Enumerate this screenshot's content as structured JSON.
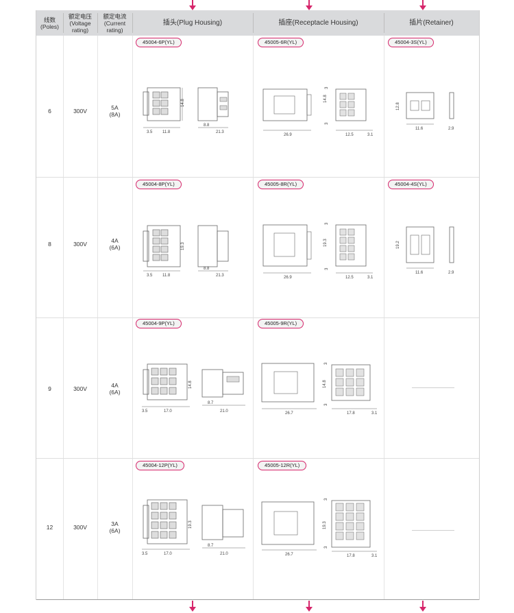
{
  "header": {
    "poles_cn": "线数",
    "poles_en": "(Poles)",
    "voltage_cn": "额定电压",
    "voltage_en1": "(Voltage",
    "voltage_en2": "rating)",
    "current_cn": "额定电流",
    "current_en1": "(Current",
    "current_en2": "rating)",
    "plug": "插头(Plug Housing)",
    "receptacle": "插座(Receptacle Housing)",
    "retainer": "插片(Retainer)"
  },
  "rows": [
    {
      "poles": "6",
      "voltage": "300V",
      "current": "5A",
      "current_alt": "(8A)",
      "plug_part": "45004-6P(YL)",
      "receptacle_part": "45005-6R(YL)",
      "retainer_part": "45004-3S(YL)",
      "plug_dims": {
        "a": "14.8",
        "b": "3.5",
        "c": "11.8",
        "d": "8.8",
        "e": "21.3"
      },
      "rec_dims": {
        "a": "14.8",
        "b": "3",
        "c": "3",
        "d": "26.9",
        "e": "12.5",
        "f": "3.1"
      },
      "ret_dims": {
        "a": "12.8",
        "b": "11.6",
        "c": "2.9"
      }
    },
    {
      "poles": "8",
      "voltage": "300V",
      "current": "4A",
      "current_alt": "(6A)",
      "plug_part": "45004-8P(YL)",
      "receptacle_part": "45005-8R(YL)",
      "retainer_part": "45004-4S(YL)",
      "plug_dims": {
        "a": "19.3",
        "b": "3.5",
        "c": "11.8",
        "d": "8.8",
        "e": "21.3"
      },
      "rec_dims": {
        "a": "19.3",
        "b": "3",
        "c": "3",
        "d": "26.9",
        "e": "12.5",
        "f": "3.1"
      },
      "ret_dims": {
        "a": "19.2",
        "b": "11.6",
        "c": "2.9"
      }
    },
    {
      "poles": "9",
      "voltage": "300V",
      "current": "4A",
      "current_alt": "(6A)",
      "plug_part": "45004-9P(YL)",
      "receptacle_part": "45005-9R(YL)",
      "retainer_part": "",
      "plug_dims": {
        "a": "14.8",
        "b": "3.5",
        "c": "17.0",
        "d": "8.7",
        "e": "21.0"
      },
      "rec_dims": {
        "a": "14.8",
        "b": "3",
        "c": "3",
        "d": "26.7",
        "e": "17.8",
        "f": "3.1"
      }
    },
    {
      "poles": "12",
      "voltage": "300V",
      "current": "3A",
      "current_alt": "(6A)",
      "plug_part": "45004-12P(YL)",
      "receptacle_part": "45005-12R(YL)",
      "retainer_part": "",
      "plug_dims": {
        "a": "19.3",
        "b": "3.5",
        "c": "17.0",
        "d": "8.7",
        "e": "21.0"
      },
      "rec_dims": {
        "a": "19.3",
        "b": "3",
        "c": "3",
        "d": "26.7",
        "e": "17.8",
        "f": "3.1"
      }
    }
  ]
}
